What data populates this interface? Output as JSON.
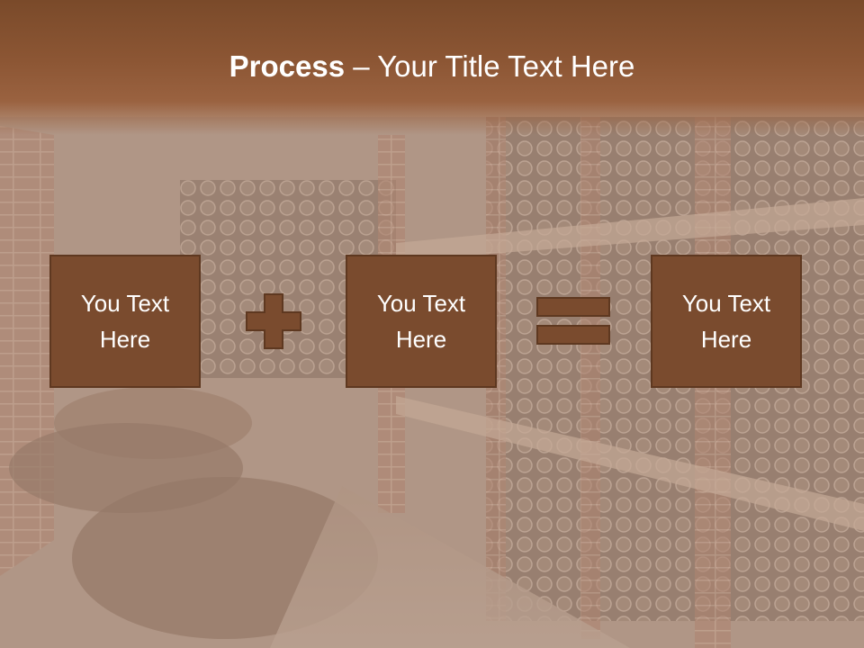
{
  "slide": {
    "title_bold": "Process",
    "title_dash": " – ",
    "title_rest": "Your Title Text Here",
    "boxes": [
      {
        "text": "You Text Here"
      },
      {
        "text": "You Text Here"
      },
      {
        "text": "You Text Here"
      }
    ],
    "operators": [
      "plus-icon",
      "equals-icon"
    ]
  },
  "colors": {
    "title_bar": "#8c5634",
    "box_fill": "#7a4b2e",
    "box_border": "#5e3820",
    "text": "#ffffff"
  }
}
